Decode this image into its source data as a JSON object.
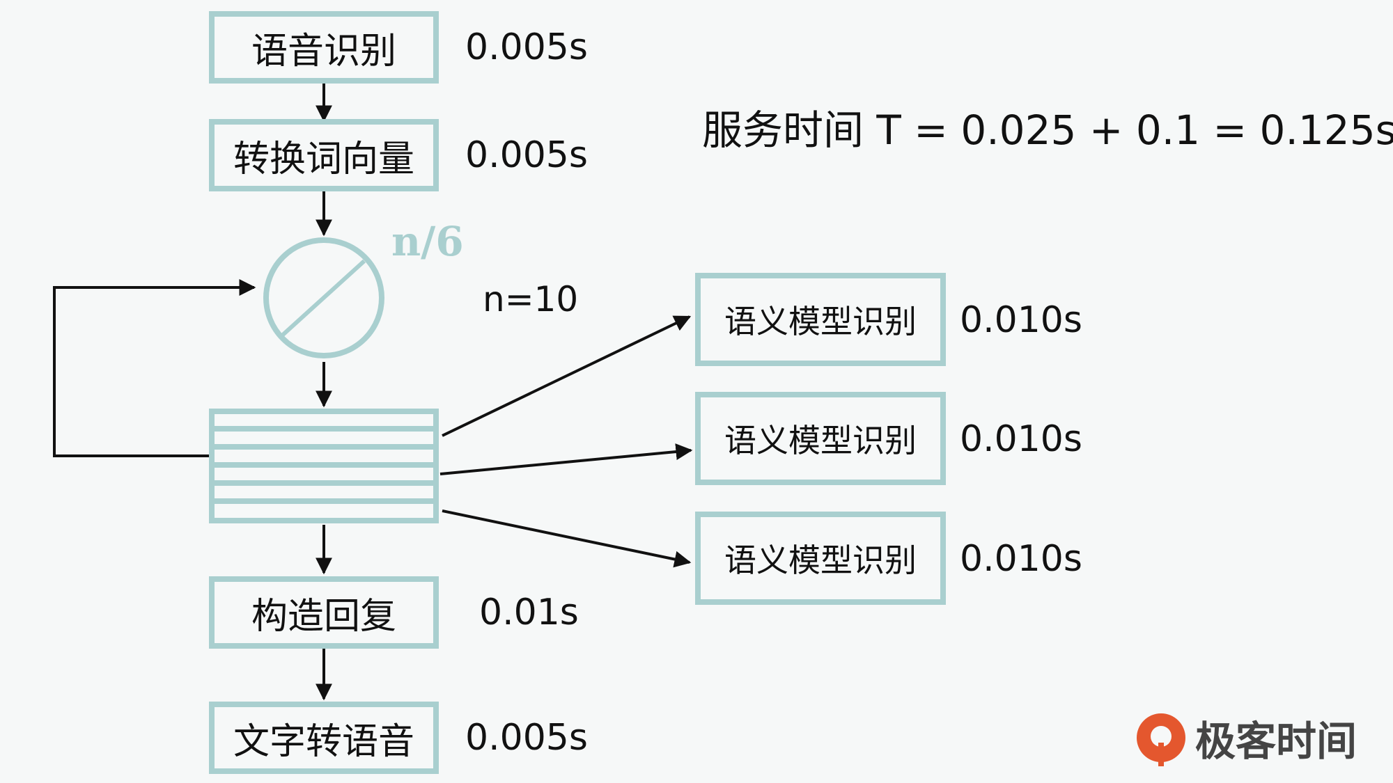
{
  "left_chain": {
    "speech_recognition": {
      "label": "语音识别",
      "time": "0.005s"
    },
    "word_vector": {
      "label": "转换词向量",
      "time": "0.005s"
    },
    "build_reply": {
      "label": "构造回复",
      "time": "0.01s"
    },
    "text_to_speech": {
      "label": "文字转语音",
      "time": "0.005s"
    }
  },
  "splitter": {
    "label": "n/6",
    "n_value": "n=10"
  },
  "semantic_models": [
    {
      "label": "语义模型识别",
      "time": "0.010s"
    },
    {
      "label": "语义模型识别",
      "time": "0.010s"
    },
    {
      "label": "语义模型识别",
      "time": "0.010s"
    }
  ],
  "formula": "服务时间 T = 0.025 + 0.1 = 0.125s",
  "logo": {
    "text": "极客时间",
    "icon": "geektime-logo-icon"
  },
  "colors": {
    "accent": "#a9cfcf",
    "line": "#111111",
    "logo": "#e4572e"
  }
}
